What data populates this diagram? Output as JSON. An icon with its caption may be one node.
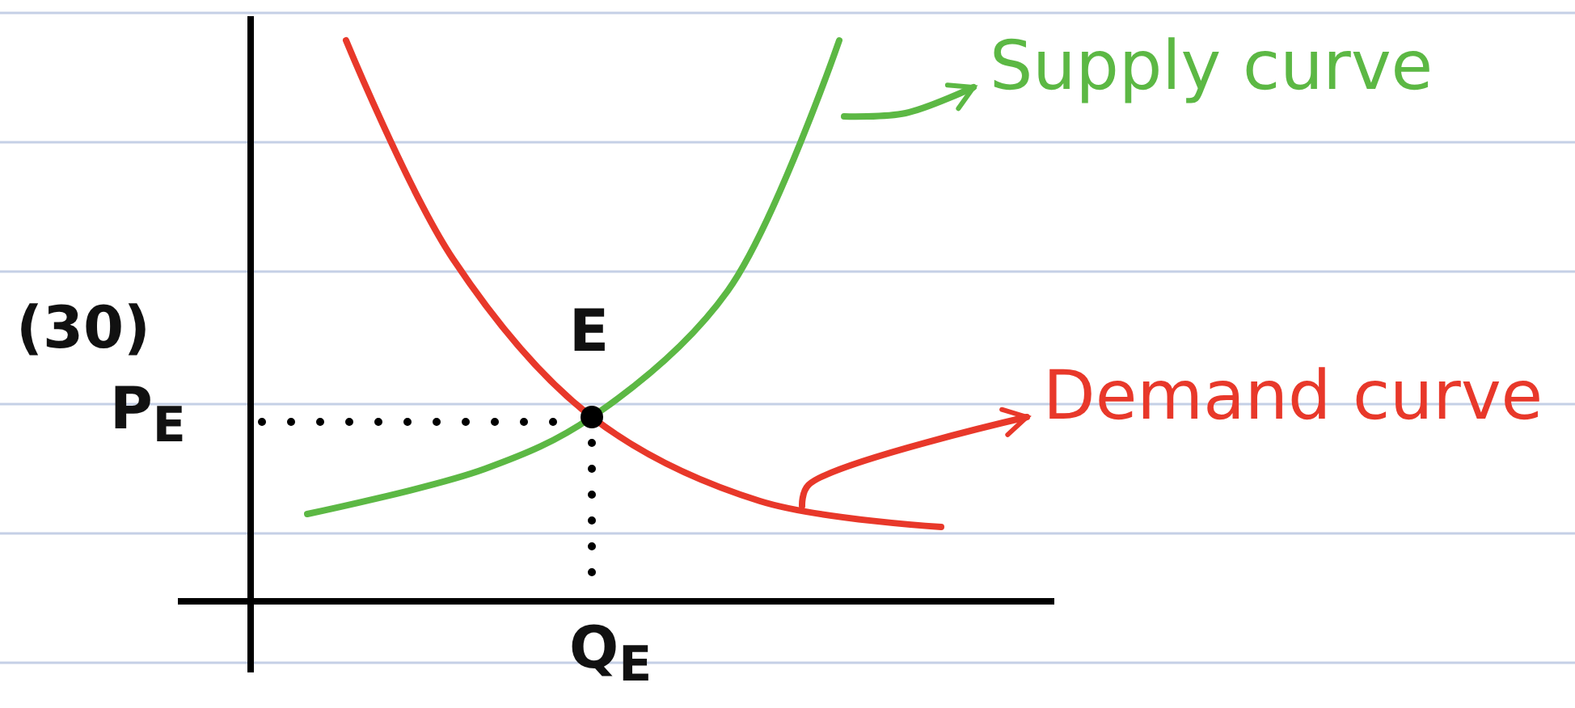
{
  "diagram": {
    "nodes": [
      {
        "text": [
          "Supply curve"
        ]
      },
      {
        "text": [
          "Demand curve"
        ]
      }
    ],
    "edges": [
      {
        "from": null,
        "to": 0,
        "arrow": "to",
        "color": "#5cb844"
      },
      {
        "from": null,
        "to": 1,
        "arrow": "to",
        "color": "#e8382a"
      }
    ],
    "labels": [
      "(30)",
      "P$_{E}$",
      "E",
      "Q$_{E}$"
    ]
  }
}
